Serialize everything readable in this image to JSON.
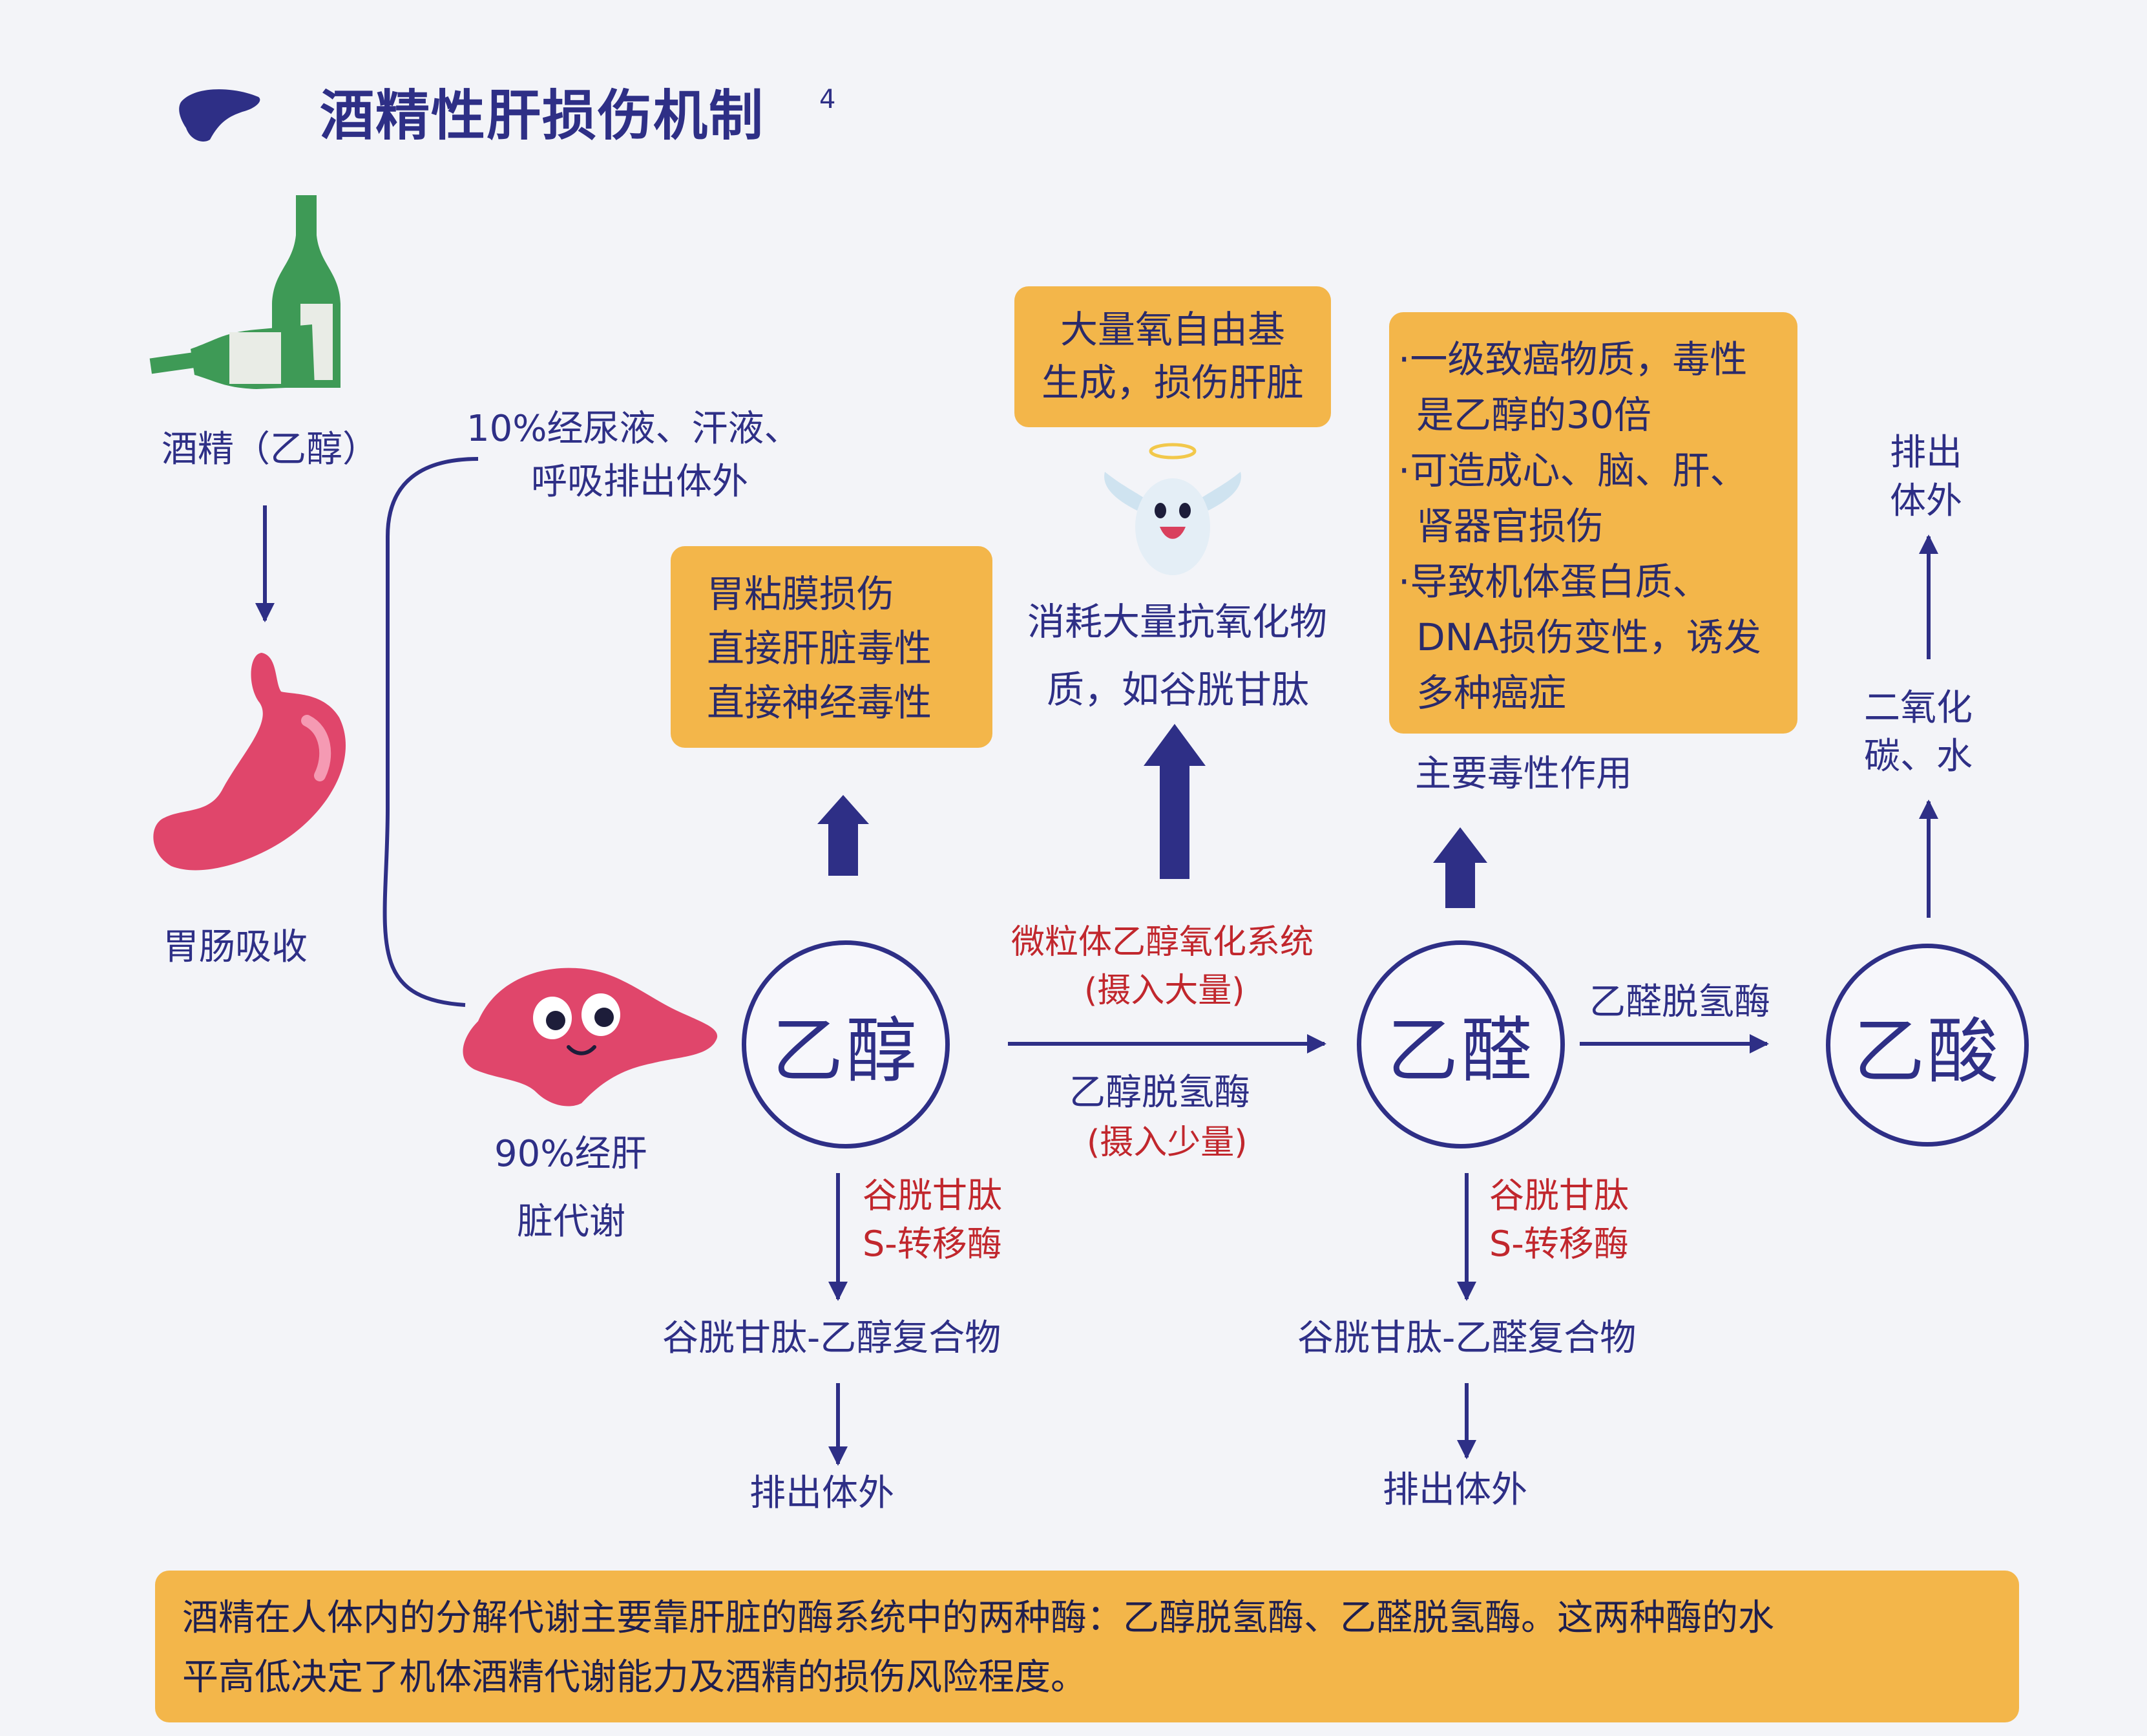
{
  "title": "酒精性肝损伤机制",
  "title_sup": "4",
  "colors": {
    "navy": "#2e2f86",
    "orange": "#f3b64a",
    "red": "#c1272d",
    "liver": "#e0466b",
    "bottle": "#3e9a56"
  },
  "left_column": {
    "alcohol_label": "酒精（乙醇）",
    "stomach_label": "胃肠吸收"
  },
  "excretion_10": {
    "line1": "10%经尿液、汗液、",
    "line2": "呼吸排出体外"
  },
  "liver_label": {
    "line1": "90%经肝",
    "line2": "脏代谢"
  },
  "nodes": {
    "ethanol": "乙醇",
    "acetaldehyde": "乙醛",
    "acetic_acid": "乙酸"
  },
  "ethanol_effects": {
    "line1": "胃粘膜损伤",
    "line2": "直接肝脏毒性",
    "line3": "直接神经毒性"
  },
  "radical_box": {
    "line1": "大量氧自由基",
    "line2": "生成，损伤肝脏"
  },
  "antioxidant": {
    "line1": "消耗大量抗氧化物",
    "line2": "质，如谷胱甘肽"
  },
  "toxicity_box": {
    "line1": "·一级致癌物质，毒性",
    "line2": "是乙醇的30倍",
    "line3": "·可造成心、脑、肝、",
    "line4": "肾器官损伤",
    "line5": "·导致机体蛋白质、",
    "line6": "DNA损伤变性，诱发",
    "line7": "多种癌症"
  },
  "toxicity_caption": "主要毒性作用",
  "meos": {
    "line1": "微粒体乙醇氧化系统",
    "line2": "(摄入大量)"
  },
  "adh": {
    "line1": "乙醇脱氢酶",
    "line2": "(摄入少量)"
  },
  "aldh": "乙醛脱氢酶",
  "co2_water": {
    "line1": "二氧化",
    "line2": "碳、水"
  },
  "right_excrete": {
    "line1": "排出",
    "line2": "体外"
  },
  "gsh_enzyme_left": {
    "line1": "谷胱甘肽",
    "line2": "S-转移酶"
  },
  "gsh_enzyme_right": {
    "line1": "谷胱甘肽",
    "line2": "S-转移酶"
  },
  "complex_left": "谷胱甘肽-乙醇复合物",
  "complex_right": "谷胱甘肽-乙醛复合物",
  "excrete_left": "排出体外",
  "excrete_right": "排出体外",
  "summary": {
    "line1": "酒精在人体内的分解代谢主要靠肝脏的酶系统中的两种酶：乙醇脱氢酶、乙醛脱氢酶。这两种酶的水",
    "line2": "平高低决定了机体酒精代谢能力及酒精的损伤风险程度。"
  }
}
